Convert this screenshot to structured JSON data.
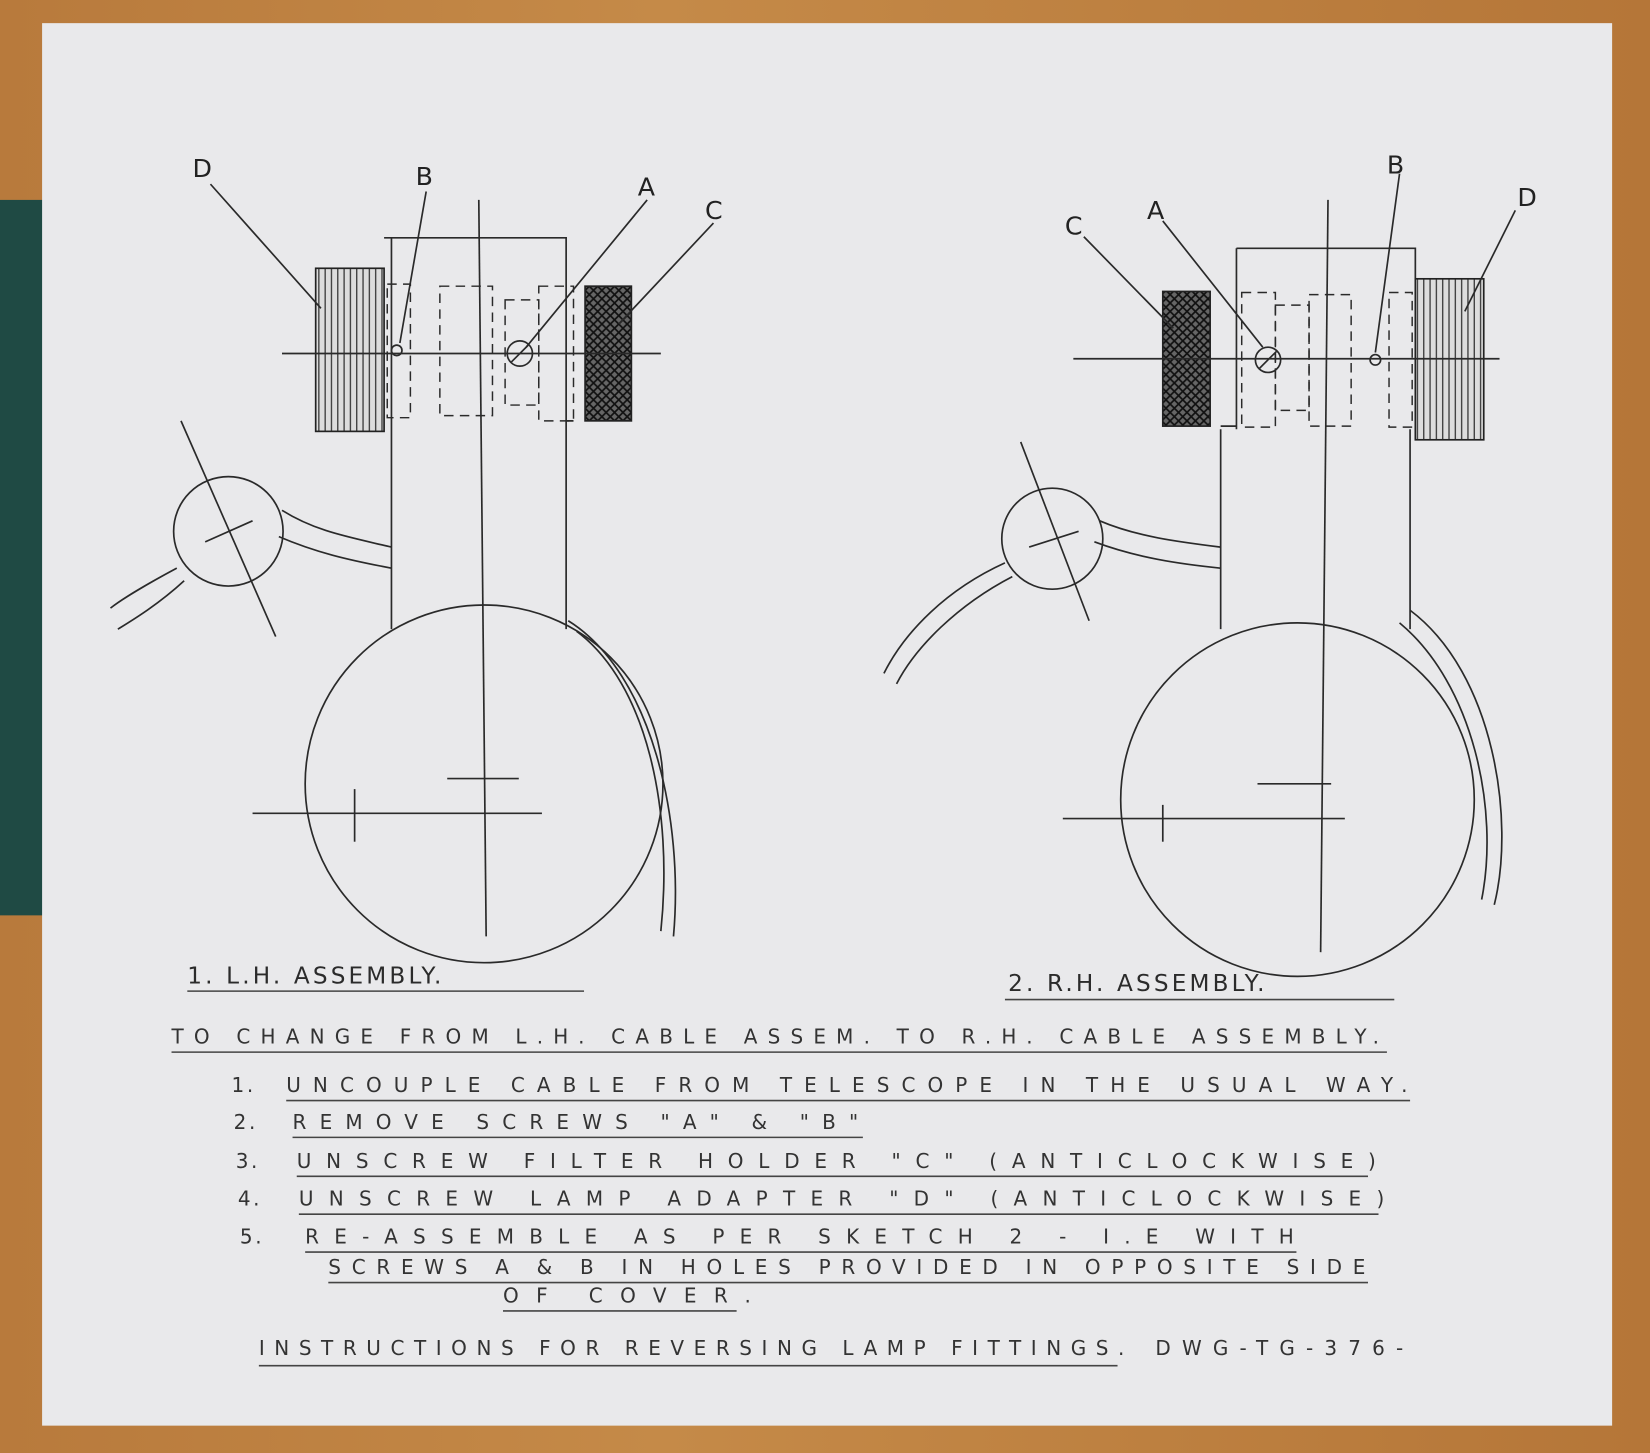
{
  "labels_left": {
    "d": "D",
    "b": "B",
    "a": "A",
    "c": "C"
  },
  "labels_right": {
    "c": "C",
    "a": "A",
    "b": "B",
    "d": "D"
  },
  "captions": {
    "left": "1. L.H. ASSEMBLY.",
    "right": "2. R.H. ASSEMBLY."
  },
  "instructions": {
    "heading": "TO CHANGE FROM L.H. CABLE ASSEM. TO R.H. CABLE ASSEMBLY.",
    "steps": [
      {
        "num": "1.",
        "text": "UNCOUPLE CABLE FROM TELESCOPE IN THE USUAL WAY."
      },
      {
        "num": "2.",
        "text": "REMOVE SCREWS \"A\" & \"B\""
      },
      {
        "num": "3.",
        "text": "UNSCREW FILTER HOLDER \"C\" (ANTICLOCKWISE)"
      },
      {
        "num": "4.",
        "text": "UNSCREW LAMP ADAPTER \"D\" (ANTICLOCKWISE)"
      },
      {
        "num": "5.",
        "text": "RE-ASSEMBLE AS PER SKETCH 2 - I.E WITH",
        "cont1": "SCREWS A & B IN HOLES PROVIDED IN OPPOSITE SIDE",
        "cont2": "OF COVER."
      }
    ],
    "footer": "INSTRUCTIONS FOR REVERSING LAMP FITTINGS.",
    "drawing_no": "DWG-TG-376-"
  }
}
